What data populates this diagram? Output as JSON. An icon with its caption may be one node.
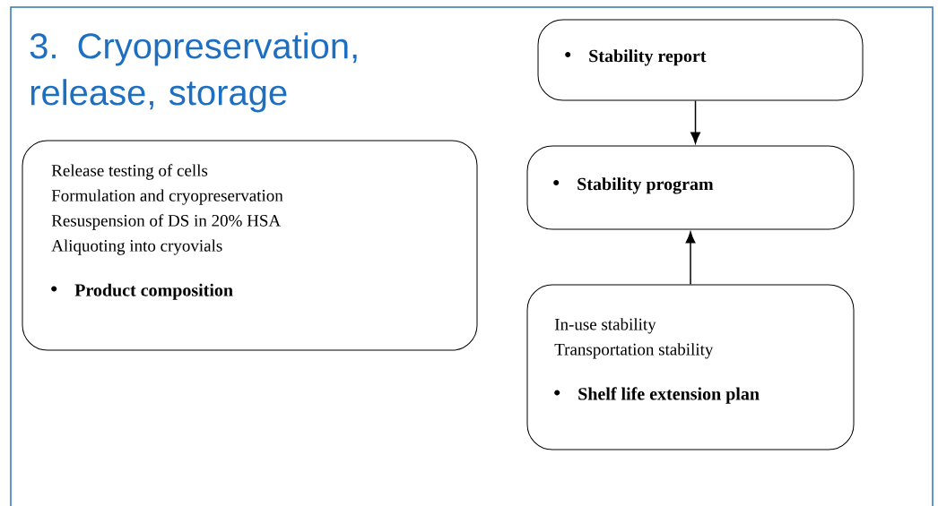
{
  "diagram": {
    "title": "3. Cryopreservation, release, storage",
    "nodes": [
      {
        "text": [
          "Release testing of cells",
          "Formulation and cryopreservation",
          "Resuspension of DS in 20% HSA",
          "Aliquoting into cryovials",
          "Product composition"
        ]
      },
      {
        "text": [
          "Stability report"
        ]
      },
      {
        "text": [
          "Stability program"
        ]
      },
      {
        "text": [
          "In-use stability",
          "Transportation stability",
          "Shelf life extension plan"
        ]
      }
    ],
    "edges": [
      {
        "from": 1,
        "to": 2,
        "arrow": "to"
      },
      {
        "from": 3,
        "to": 2,
        "arrow": "to"
      }
    ]
  }
}
